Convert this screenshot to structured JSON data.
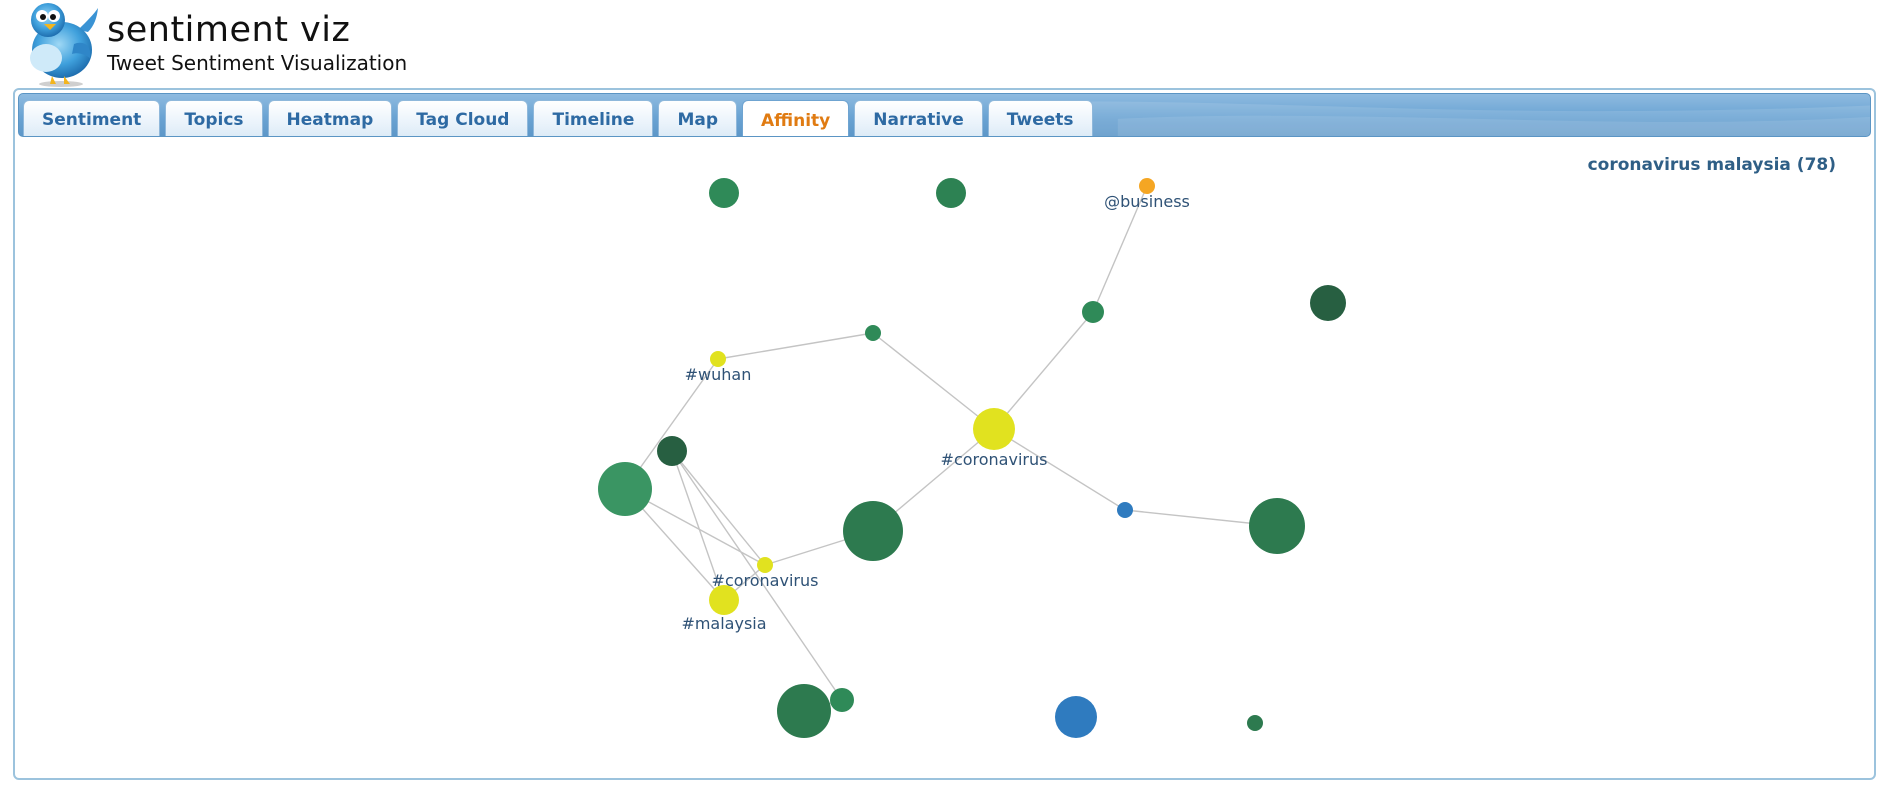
{
  "header": {
    "title": "sentiment viz",
    "subtitle": "Tweet Sentiment Visualization"
  },
  "tabs": [
    {
      "label": "Sentiment",
      "active": false
    },
    {
      "label": "Topics",
      "active": false
    },
    {
      "label": "Heatmap",
      "active": false
    },
    {
      "label": "Tag Cloud",
      "active": false
    },
    {
      "label": "Timeline",
      "active": false
    },
    {
      "label": "Map",
      "active": false
    },
    {
      "label": "Affinity",
      "active": true
    },
    {
      "label": "Narrative",
      "active": false
    },
    {
      "label": "Tweets",
      "active": false
    }
  ],
  "query": {
    "label": "coronavirus malaysia (78)"
  },
  "colors": {
    "tab_text": "#2e6aa3",
    "tab_active_text": "#e07b12",
    "hashtag_node": "#e1e21f",
    "mention_node": "#f5a623",
    "green_node": "#2f8a58",
    "dark_green_node": "#275f41",
    "blue_node": "#2f7bbf",
    "edge": "#c4c4c4",
    "label_text": "#2f5276"
  }
}
